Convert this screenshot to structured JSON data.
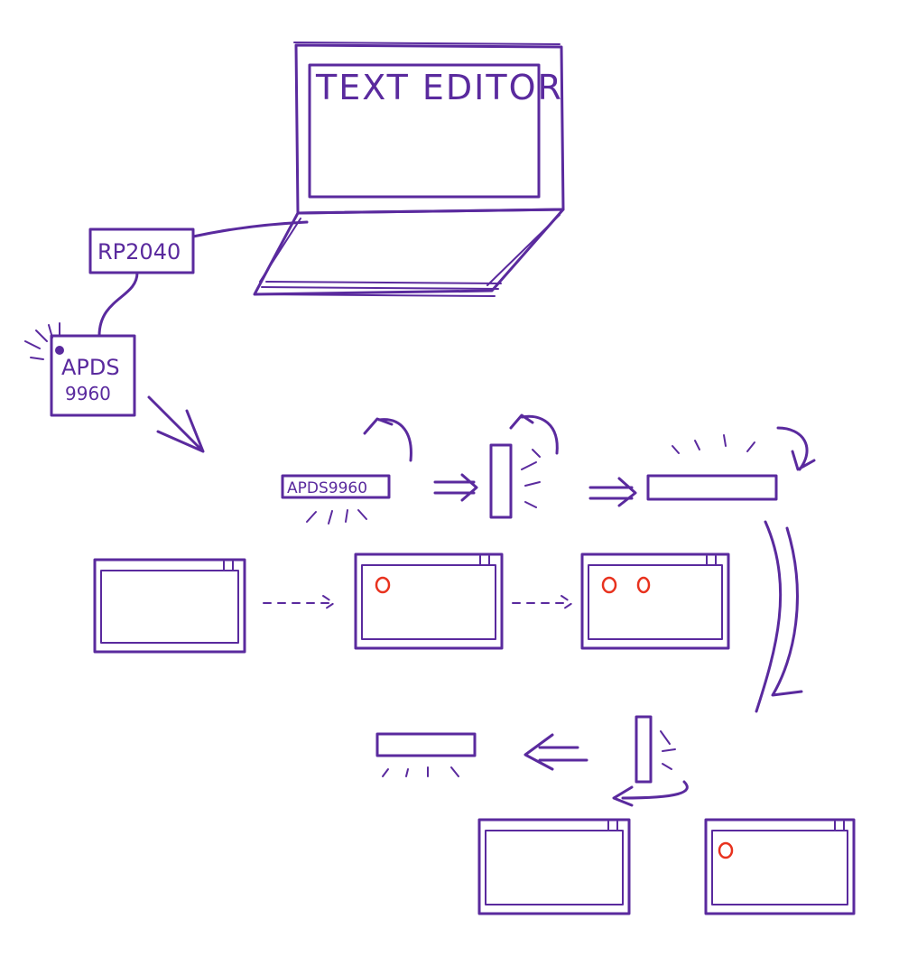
{
  "laptop": {
    "screen_text": "TEXT EDITOR"
  },
  "microcontroller": {
    "label": "RP2040"
  },
  "sensor": {
    "label_line1": "APDS",
    "label_line2": "9960"
  },
  "sensor_bar": {
    "label": "APDS9960"
  },
  "colors": {
    "ink": "#5a2a9e",
    "cursor_mark": "#e8321e"
  }
}
